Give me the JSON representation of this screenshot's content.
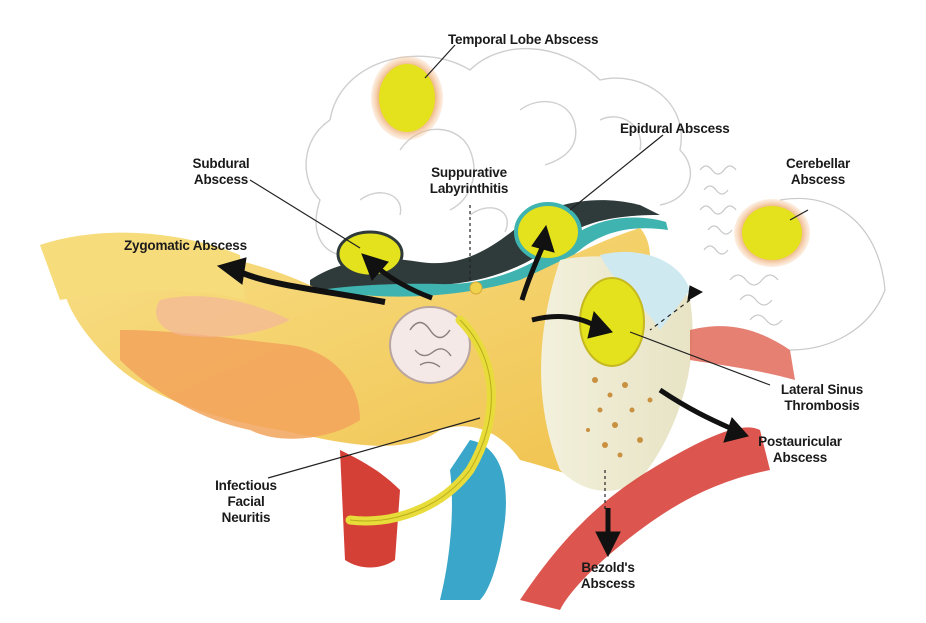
{
  "labels": {
    "temporal_lobe": "Temporal Lobe Abscess",
    "epidural": "Epidural Abscess",
    "subdural": "Subdural\nAbscess",
    "suppurative": "Suppurative\nLabyrinthitis",
    "cerebellar": "Cerebellar\nAbscess",
    "zygomatic": "Zygomatic Abscess",
    "lateral_sinus": "Lateral Sinus\nThrombosis",
    "postauricular": "Postauricular\nAbscess",
    "facial_neuritis": "Infectious\nFacial\nNeuritis",
    "bezold": "Bezold's\nAbscess"
  },
  "colors": {
    "abscess_fill": "#e3e21c",
    "abscess_rim": "#e89a55",
    "bone_yellow": "#f5d36a",
    "dura_teal": "#3fb3b0",
    "muscle_red": "#d8443c",
    "vessel_blue": "#3aa6c9",
    "arrow": "#111111"
  }
}
